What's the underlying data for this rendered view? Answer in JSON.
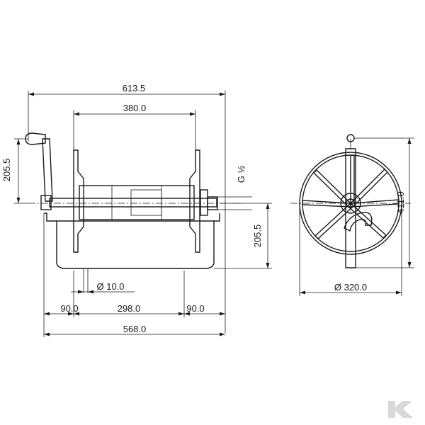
{
  "dimensions": {
    "overall_width_top": "613.5",
    "drum_width": "380.0",
    "handle_height": "205.5",
    "thread_label": "G ½",
    "axle_height": "205.5",
    "total_height": "411.0",
    "hole_diameter": "Ø 10.0",
    "left_offset": "90.0",
    "foot_spacing": "298.0",
    "right_offset": "90.0",
    "base_width": "568.0",
    "disc_diameter": "Ø 320.0"
  },
  "logo": {
    "glyph": "K",
    "color": "#d9d9d9"
  }
}
